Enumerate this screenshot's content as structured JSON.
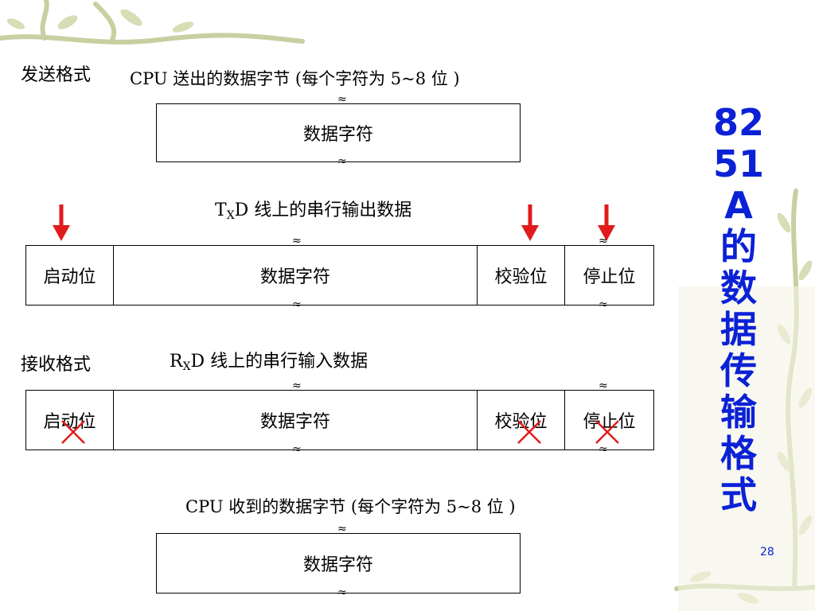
{
  "slide": {
    "side_title": "8251A的数据传输格式",
    "page_number": "28",
    "accent_color": "#0b21d6",
    "arrow_color": "#e11b1b",
    "deco_color": "#c8cfa0"
  },
  "send": {
    "label": "发送格式",
    "cpu_caption": "CPU 送出的数据字节 (每个字符为 5~8 位 )",
    "data_box": "数据字符"
  },
  "txd": {
    "caption_prefix": "T",
    "caption_sub": "X",
    "caption_suffix": "D 线上的串行输出数据",
    "cells": [
      "启动位",
      "数据字符",
      "校验位",
      "停止位"
    ]
  },
  "receive": {
    "label": "接收格式",
    "caption_prefix": "R",
    "caption_sub": "X",
    "caption_suffix": "D 线上的串行输入数据",
    "cells": [
      "启动位",
      "数据字符",
      "校验位",
      "停止位"
    ]
  },
  "cpu_receive": {
    "caption": "CPU 收到的数据字节 (每个字符为 5~8 位 )",
    "data_box": "数据字符"
  },
  "icons": {
    "break": "wavy-break-icon",
    "arrow": "arrow-down-icon",
    "cross": "cross-icon"
  }
}
